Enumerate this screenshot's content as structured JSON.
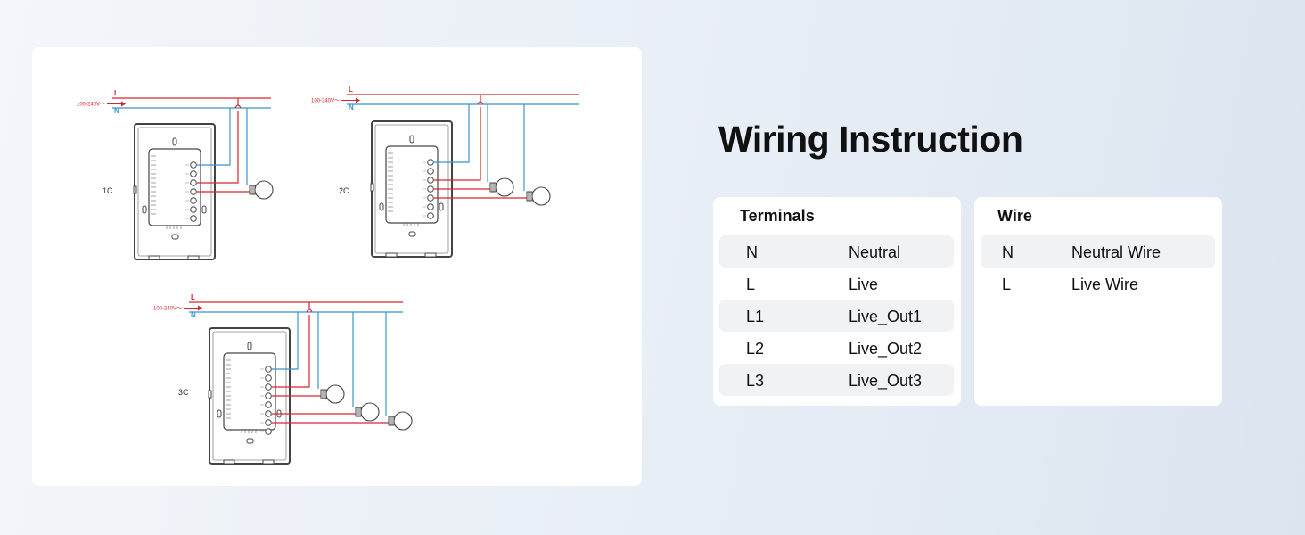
{
  "title": "Wiring Instruction",
  "diagram": {
    "supply_label": "100-240V～",
    "live_label": "L",
    "neutral_label": "N",
    "variants": [
      "1C",
      "2C",
      "3C"
    ],
    "colors": {
      "live": "#d6262f",
      "neutral": "#3a95cf",
      "outline": "#444444"
    }
  },
  "terminals": {
    "heading": "Terminals",
    "rows": [
      {
        "key": "N",
        "value": "Neutral",
        "shaded": true
      },
      {
        "key": "L",
        "value": "Live",
        "shaded": false
      },
      {
        "key": "L1",
        "value": "Live_Out1",
        "shaded": true
      },
      {
        "key": "L2",
        "value": "Live_Out2",
        "shaded": false
      },
      {
        "key": "L3",
        "value": "Live_Out3",
        "shaded": true
      }
    ]
  },
  "wires": {
    "heading": "Wire",
    "rows": [
      {
        "key": "N",
        "value": "Neutral Wire",
        "shaded": true
      },
      {
        "key": "L",
        "value": "Live Wire",
        "shaded": false
      }
    ]
  }
}
